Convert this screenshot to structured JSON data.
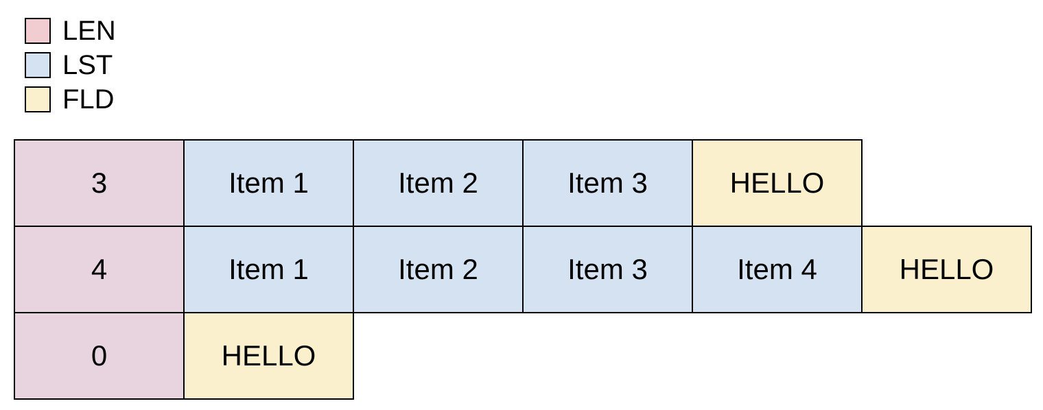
{
  "legend": {
    "items": [
      {
        "label": "LEN",
        "color": "#f1cdd1"
      },
      {
        "label": "LST",
        "color": "#d5e2f2"
      },
      {
        "label": "FLD",
        "color": "#fbf0cd"
      }
    ]
  },
  "table": {
    "border_color": "#000000",
    "cell_colors": {
      "LEN": "#e8d4df",
      "LST": "#d5e2f2",
      "FLD": "#fbf0cd"
    },
    "rows": [
      {
        "cells": [
          {
            "type": "LEN",
            "text": "3"
          },
          {
            "type": "LST",
            "text": "Item 1"
          },
          {
            "type": "LST",
            "text": "Item 2"
          },
          {
            "type": "LST",
            "text": "Item 3"
          },
          {
            "type": "FLD",
            "text": "HELLO"
          }
        ]
      },
      {
        "cells": [
          {
            "type": "LEN",
            "text": "4"
          },
          {
            "type": "LST",
            "text": "Item 1"
          },
          {
            "type": "LST",
            "text": "Item 2"
          },
          {
            "type": "LST",
            "text": "Item 3"
          },
          {
            "type": "LST",
            "text": "Item 4"
          },
          {
            "type": "FLD",
            "text": "HELLO"
          }
        ]
      },
      {
        "cells": [
          {
            "type": "LEN",
            "text": "0"
          },
          {
            "type": "FLD",
            "text": "HELLO"
          }
        ]
      }
    ]
  }
}
